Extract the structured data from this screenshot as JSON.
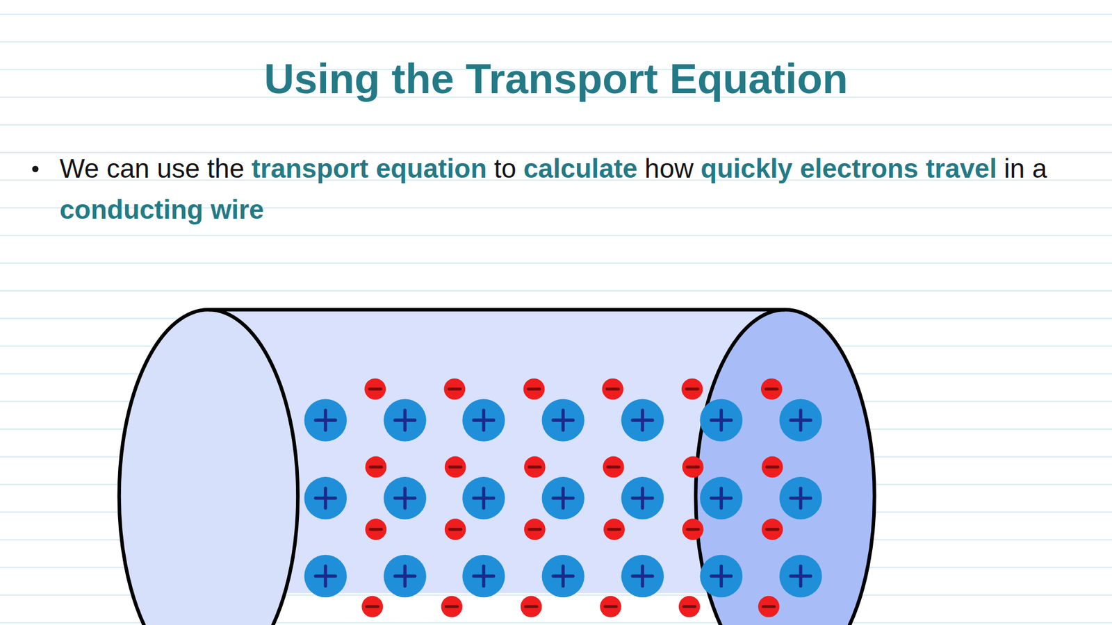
{
  "diagram": {
    "title": "Using the Transport Equation",
    "labels": [
      "We can use the",
      "transport equation",
      "to",
      "calculate",
      "how",
      "quickly electrons travel",
      "in a",
      "conducting wire"
    ]
  }
}
